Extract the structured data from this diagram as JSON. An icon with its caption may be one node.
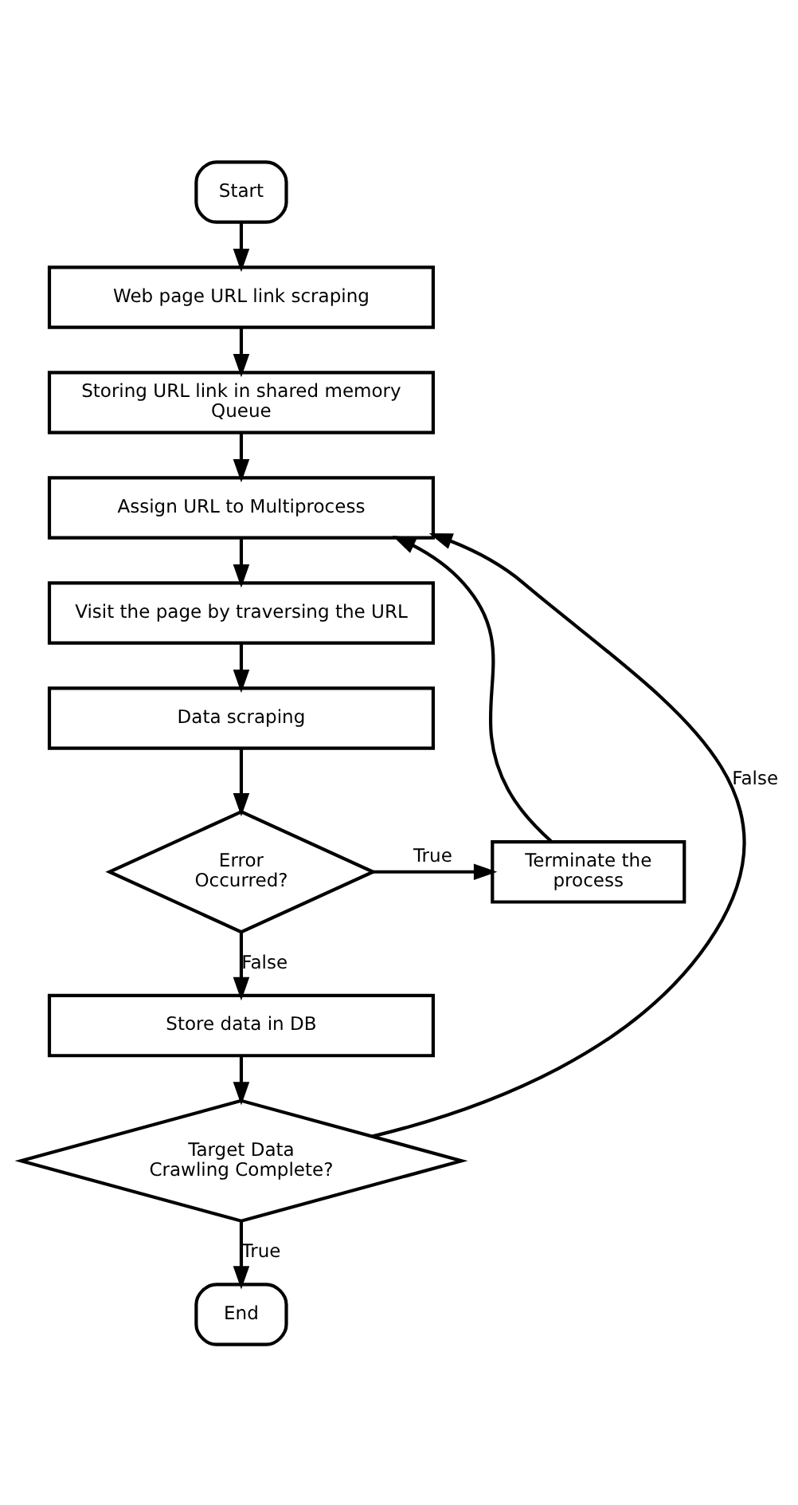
{
  "diagram": {
    "nodes": [
      {
        "text": [
          "Start"
        ]
      },
      {
        "text": [
          "Web page URL link scraping"
        ]
      },
      {
        "text": [
          "Storing URL link in shared memory Queue"
        ]
      },
      {
        "text": [
          "Assign URL to Multiprocess"
        ]
      },
      {
        "text": [
          "Visit the page by traversing the URL"
        ]
      },
      {
        "text": [
          "Data scraping"
        ]
      },
      {
        "text": [
          "Error Occurred?"
        ]
      },
      {
        "text": [
          "Terminate the process"
        ]
      },
      {
        "text": [
          "Store data in DB"
        ]
      },
      {
        "text": [
          "Target Data Crawling Complete?"
        ]
      },
      {
        "text": [
          "End"
        ]
      }
    ],
    "edges": [
      {
        "from": 0,
        "to": 1,
        "arrow": "to"
      },
      {
        "from": 1,
        "to": 2,
        "arrow": "to"
      },
      {
        "from": 2,
        "to": 3,
        "arrow": "to"
      },
      {
        "from": 3,
        "to": 4,
        "arrow": "to"
      },
      {
        "from": 4,
        "to": 5,
        "arrow": "to"
      },
      {
        "from": 5,
        "to": 6,
        "arrow": "to"
      },
      {
        "from": 6,
        "to": 7,
        "arrow": "to",
        "label": "True"
      },
      {
        "from": 7,
        "to": 3,
        "arrow": "to"
      },
      {
        "from": 6,
        "to": 8,
        "arrow": "to",
        "label": "False"
      },
      {
        "from": 8,
        "to": 9,
        "arrow": "to"
      },
      {
        "from": 9,
        "to": 3,
        "arrow": "to",
        "label": "False"
      },
      {
        "from": 9,
        "to": 10,
        "arrow": "to",
        "label": "True"
      }
    ]
  }
}
